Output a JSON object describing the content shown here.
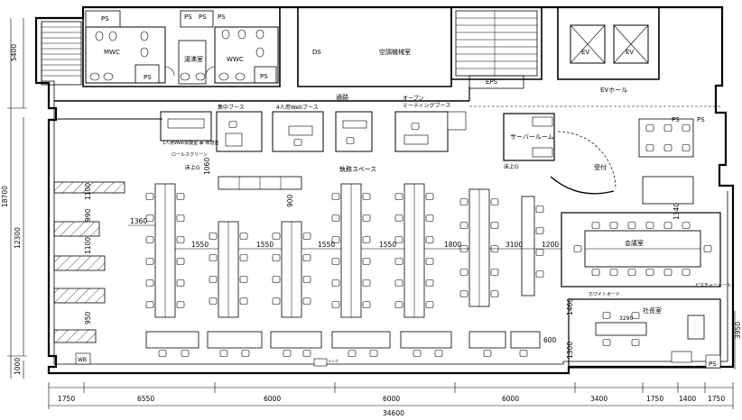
{
  "rooms": {
    "mwc": "MWC",
    "wwc": "WWC",
    "cleaning": "湯沸室",
    "ds": "DS",
    "ac_room": "空調機械室",
    "eps": "EPS",
    "ev": "EV",
    "ev_hall": "EVホール",
    "corridor": "通路",
    "open_meeting_line1": "オープン",
    "open_meeting_line2": "ミーティングブース",
    "focus_booth": "集中ブース",
    "web_booth4": "4人用Webブース",
    "web_booth_desk": "1人用Web会議室 兼 休憩室",
    "office": "執務スペース",
    "server_room": "サーバールーム",
    "reception": "受付",
    "meeting_room": "会議室",
    "president_room": "社長室",
    "whiteboard": "ホワイトボード",
    "roll_screen": "ロールスクリーン",
    "floor_outlet": "床上G",
    "partition_rail": "ピクチャーレール",
    "wb": "WB",
    "rack": "ラック"
  },
  "ps_label": "PS",
  "dimensions": {
    "top_left": "5400",
    "left_total": "18700",
    "left_mid": "12300",
    "left_bottom": "1000",
    "right_bottom": "3950",
    "d1360": "1360",
    "d1550a": "1550",
    "d1550b": "1550",
    "d1550c": "1550",
    "d1550d": "1550",
    "d1800": "1800",
    "d3100": "3100",
    "d1200": "1200",
    "d1100a": "1100",
    "d1100b": "1100",
    "d990": "990",
    "d950": "950",
    "d900": "900",
    "d1460": "1460",
    "d1300": "1300",
    "d600": "600",
    "d1060": "1060",
    "d3290": "3290",
    "d1340": "1340",
    "bottom": [
      "1750",
      "6550",
      "6000",
      "6000",
      "6000",
      "3400",
      "1750",
      "1400",
      "1750"
    ],
    "total": "34600"
  }
}
